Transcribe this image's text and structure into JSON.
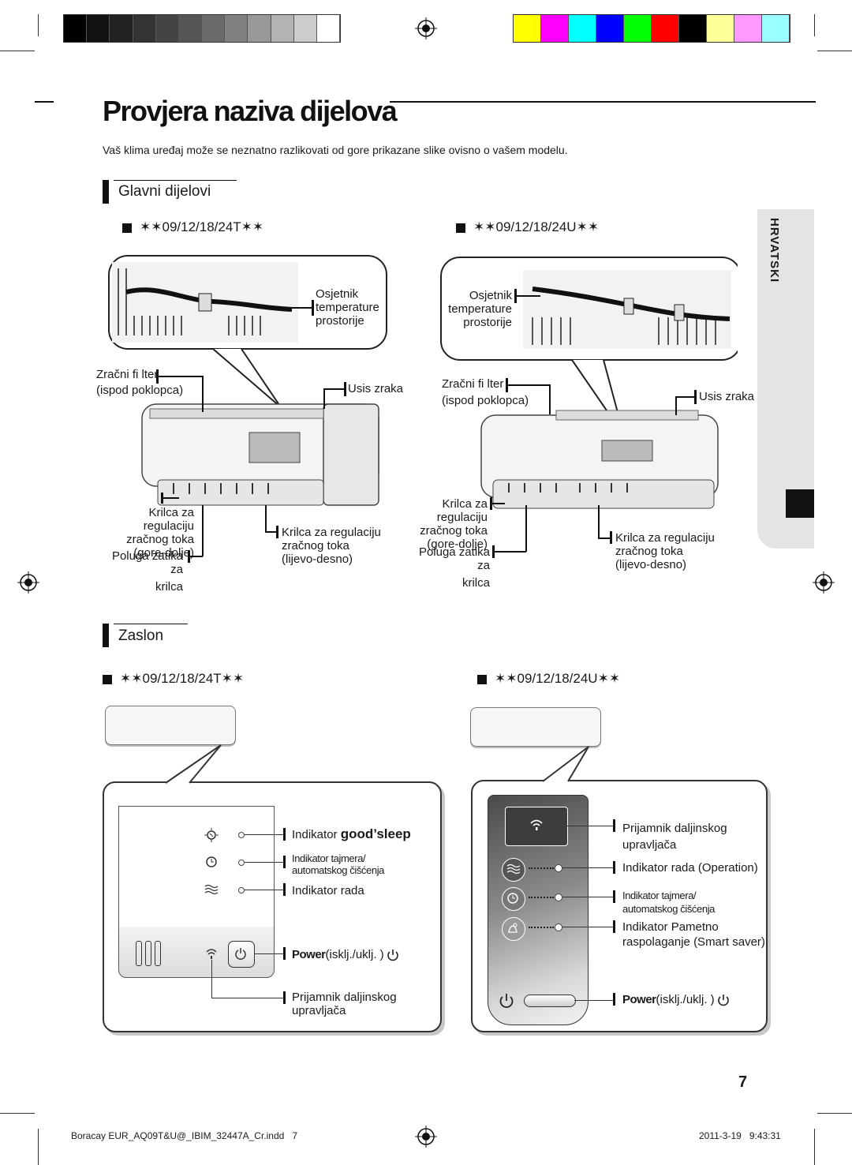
{
  "header": {
    "title": "Provjera naziva dijelova",
    "note": "Vaš klima uređaj može se neznatno razlikovati od gore prikazane slike ovisno o vašem modelu."
  },
  "side_tab": {
    "language": "HRVATSKI"
  },
  "sections": {
    "main_parts": {
      "heading": "Glavni dijelovi",
      "model_t": "✶✶09/12/18/24T✶✶",
      "model_u": "✶✶09/12/18/24U✶✶",
      "labels_t": {
        "sensor_1": "Osjetnik",
        "sensor_2": "temperature",
        "sensor_3": "prostorije",
        "filter_1": "Zračni fi lter",
        "filter_2": "(ispod poklopca)",
        "intake": "Usis zraka",
        "updown_1": "Krilca za regulaciju",
        "updown_2": "zračnog toka",
        "updown_3": "(gore-dolje)",
        "lever_1": "Poluga zatika za",
        "lever_2": "krilca",
        "lr_1": "Krilca za regulaciju",
        "lr_2": "zračnog toka",
        "lr_3": "(lijevo-desno)"
      },
      "labels_u": {
        "sensor_1": "Osjetnik",
        "sensor_2": "temperature",
        "sensor_3": "prostorije",
        "filter_1": "Zračni fi lter",
        "filter_2": "(ispod poklopca)",
        "intake": "Usis zraka",
        "updown_1": "Krilca za regulaciju",
        "updown_2": "zračnog toka",
        "updown_3": "(gore-dolje)",
        "lever_1": "Poluga zatika za",
        "lever_2": "krilca",
        "lr_1": "Krilca za regulaciju",
        "lr_2": "zračnog toka",
        "lr_3": "(lijevo-desno)"
      }
    },
    "display": {
      "heading": "Zaslon",
      "model_t": "✶✶09/12/18/24T✶✶",
      "model_u": "✶✶09/12/18/24U✶✶",
      "labels_t": {
        "goodsleep_prefix": "Indikator",
        "goodsleep_brand": "good’sleep",
        "timer_1": "Indikator tajmera/",
        "timer_2": "automatskog čišćenja",
        "operation": "Indikator rada",
        "power_bold": "Power",
        "power_rest": "(isklj./uklj. )",
        "remote_1": "Prijamnik daljinskog",
        "remote_2": "upravljača"
      },
      "labels_u": {
        "remote_1": "Prijamnik daljinskog",
        "remote_2": "upravljača",
        "operation": "Indikator rada (Operation)",
        "timer_1": "Indikator tajmera/",
        "timer_2": "automatskog čišćenja",
        "smart_1": "Indikator Pametno",
        "smart_2": "raspolaganje (Smart saver)",
        "power_bold": "Power",
        "power_rest": "(isklj./uklj. )"
      }
    }
  },
  "page_number": "7",
  "footer": {
    "file": "Boracay EUR_AQ09T&U@_IBIM_32447A_Cr.indd   7",
    "timestamp": "2011-3-19   9:43:31"
  },
  "colors": {
    "gray_bar": [
      "#000000",
      "#111111",
      "#222222",
      "#333333",
      "#444444",
      "#555555",
      "#6a6a6a",
      "#808080",
      "#999999",
      "#b3b3b3",
      "#cccccc",
      "#ffffff"
    ],
    "color_bar": [
      "#ffff00",
      "#ff00ff",
      "#00ffff",
      "#0000ff",
      "#00ff00",
      "#ff0000",
      "#000000",
      "#ffff99",
      "#ff99ff",
      "#99ffff"
    ]
  }
}
